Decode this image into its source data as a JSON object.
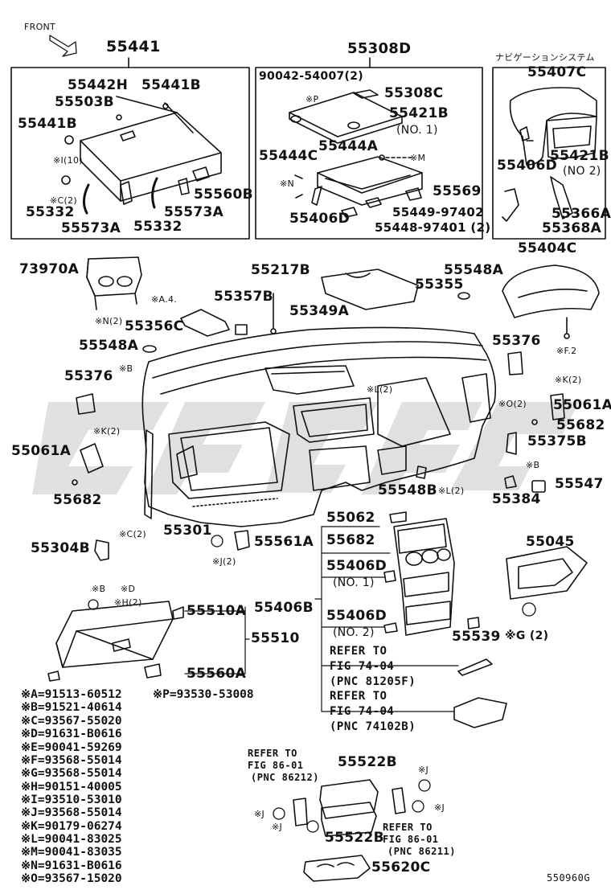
{
  "front": "FRONT",
  "frame_labels": {
    "glovebox_group": "55441",
    "lower_group": "55308D",
    "nav_group": "ナビゲーションシステム"
  },
  "parts": {
    "p55442H": "55442H",
    "p55441B_a": "55441B",
    "p55503B": "55503B",
    "p55441B_b": "55441B",
    "p55332_a": "55332",
    "p55573A_a": "55573A",
    "p55332_b": "55332",
    "p55573A_b": "55573A",
    "p55560B": "55560B",
    "p90042": "90042-54007(2)",
    "p55308C": "55308C",
    "p55421B": "55421B",
    "p55421B_no": "(NO. 1)",
    "p55444A": "55444A",
    "p55444C": "55444C",
    "p55569": "55569",
    "p55449": "55449-97402",
    "p55406D_top": "55406D",
    "p55448": "55448-97401 (2)",
    "p55407C": "55407C",
    "p55406D_nav": "55406D",
    "p55421B_nav": "55421B",
    "p55421B_nav_no": "(NO 2)",
    "p55366A": "55366A",
    "p55368A": "55368A",
    "p73970A": "73970A",
    "p55217B": "55217B",
    "p55548A_a": "55548A",
    "p55355": "55355",
    "p55404C": "55404C",
    "p55357B": "55357B",
    "p55349A": "55349A",
    "p55356C": "55356C",
    "p55548A_b": "55548A",
    "p55376_a": "55376",
    "p55376_b": "55376",
    "p55061A_a": "55061A",
    "p55061A_b": "55061A",
    "p55682_a": "55682",
    "p55682_b": "55682",
    "p55375B": "55375B",
    "p55548B": "55548B",
    "p55547": "55547",
    "p55384": "55384",
    "p55301": "55301",
    "p55561A": "55561A",
    "p55304B": "55304B",
    "p55062": "55062",
    "p55682_c": "55682",
    "p55406D_1": "55406D",
    "p55406D_1_no": "(NO. 1)",
    "p55406B": "55406B",
    "p55406D_2": "55406D",
    "p55406D_2_no": "(NO. 2)",
    "p55539": "55539",
    "p55045": "55045",
    "p55510A": "55510A",
    "p55510": "55510",
    "p55560A": "55560A",
    "p55522B_a": "55522B",
    "p55522B_b": "55522B",
    "p55620C": "55620C"
  },
  "fastener_callouts": {
    "c_I10": "※I(10)",
    "c_C2_a": "※C(2)",
    "c_P": "※P",
    "c_N": "※N",
    "c_M": "※M",
    "c_A4": "※A.4.",
    "c_N2": "※N(2)",
    "c_B_a": "※B",
    "c_K2": "※K(2)",
    "c_C2_b": "※C(2)",
    "c_J2": "※J(2)",
    "c_B_b": "※B",
    "c_D": "※D",
    "c_H2": "※H(2)",
    "c_F2": "※F.2",
    "c_K2_r": "※K(2)",
    "c_O2": "※O(2)",
    "c_L2": "※L(2)",
    "c_L2_b": "※L(2)",
    "c_B_r": "※B",
    "c_G2": "※G (2)",
    "c_J_a": "※J",
    "c_J_b": "※J",
    "c_J_c": "※J",
    "c_J_d": "※J"
  },
  "references": {
    "ref1_title": "REFER TO",
    "ref1_fig": "FIG 74-04",
    "ref1_pnc": "(PNC 81205F)",
    "ref2_title": "REFER TO",
    "ref2_fig": "FIG 74-04",
    "ref2_pnc": "(PNC 74102B)",
    "ref3_title": "REFER TO",
    "ref3_fig": "FIG 86-01",
    "ref3_pnc": "(PNC 86212)",
    "ref4_title": "REFER TO",
    "ref4_fig": "FIG 86-01",
    "ref4_pnc": "(PNC 86211)"
  },
  "legend": [
    "※A=91513-60512",
    "※B=91521-40614",
    "※C=93567-55020",
    "※D=91631-B0616",
    "※E=90041-59269",
    "※F=93568-55014",
    "※G=93568-55014",
    "※H=90151-40005",
    "※I=93510-53010",
    "※J=93568-55014",
    "※K=90179-06274",
    "※L=90041-83025",
    "※M=90041-83035",
    "※N=91631-B0616",
    "※O=93567-15020"
  ],
  "legend_p": "※P=93530-53008",
  "figure_id": "550960G"
}
